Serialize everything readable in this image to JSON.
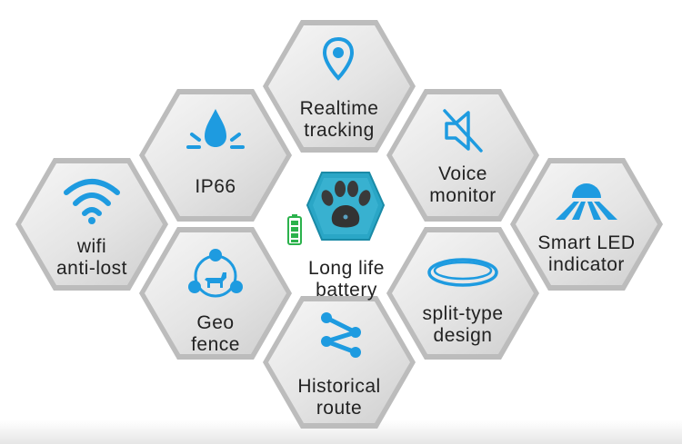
{
  "accent_color": "#1e9be0",
  "features": {
    "realtime": {
      "line1": "Realtime",
      "line2": "tracking",
      "icon": "location-pin-icon"
    },
    "ip66": {
      "line1": "IP66",
      "icon": "water-drop-icon"
    },
    "voice": {
      "line1": "Voice",
      "line2": "monitor",
      "icon": "speaker-muted-icon"
    },
    "wifi": {
      "line1": "wifi",
      "line2": "anti-lost",
      "icon": "wifi-icon"
    },
    "led": {
      "line1": "Smart LED",
      "line2": "indicator",
      "icon": "led-light-icon"
    },
    "battery": {
      "line1": "Long life",
      "line2": "battery",
      "icon": "battery-icon"
    },
    "geo": {
      "line1": "Geo",
      "line2": "fence",
      "icon": "dog-geofence-icon"
    },
    "split": {
      "line1": "split-type",
      "line2": "design",
      "icon": "ring-icon"
    },
    "route": {
      "line1": "Historical",
      "line2": "route",
      "icon": "route-icon"
    }
  }
}
